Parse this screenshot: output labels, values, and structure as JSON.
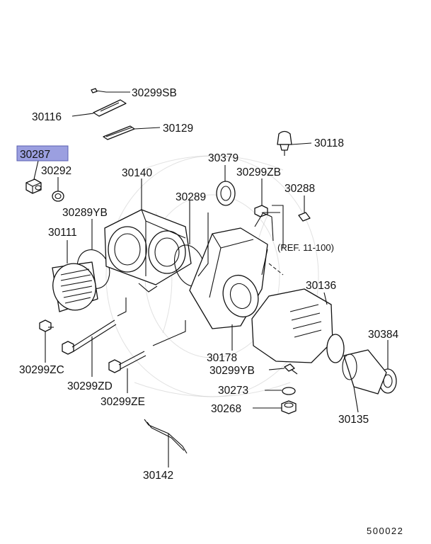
{
  "labels": {
    "p30299sb": "30299SB",
    "p30116": "30116",
    "p30129": "30129",
    "p30118": "30118",
    "p30287": "30287",
    "p30292": "30292",
    "p30140": "30140",
    "p30379": "30379",
    "p30299zb": "30299ZB",
    "p30288": "30288",
    "p30289": "30289",
    "p30289yb": "30289YB",
    "p30111": "30111",
    "ref": "(REF. 11-100)",
    "p30136": "30136",
    "p30384": "30384",
    "p30178": "30178",
    "p30299zc": "30299ZC",
    "p30299zd": "30299ZD",
    "p30299yb": "30299YB",
    "p30273": "30273",
    "p30268": "30268",
    "p30135": "30135",
    "p30299ze": "30299ZE",
    "p30142": "30142"
  },
  "diagram_code": "500022",
  "highlight": {
    "part": "30287",
    "color": "#9b9fe0"
  }
}
